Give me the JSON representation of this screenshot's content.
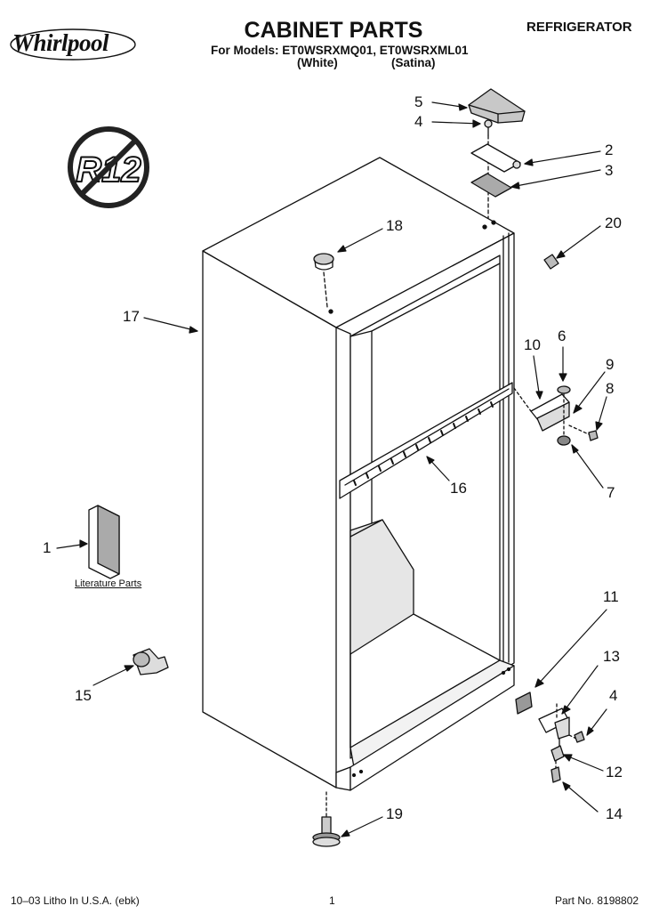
{
  "header": {
    "brand": "Whirlpool",
    "title": "CABINET PARTS",
    "models": "For Models: ET0WSRXMQ01, ET0WSRXML01",
    "variant_white": "(White)",
    "variant_satina": "(Satina)",
    "category": "REFRIGERATOR"
  },
  "badge": {
    "text": "R12",
    "icon": "no-r12-icon"
  },
  "literature_label": "Literature Parts",
  "callouts": [
    "1",
    "2",
    "3",
    "4",
    "4",
    "5",
    "6",
    "7",
    "8",
    "9",
    "10",
    "11",
    "12",
    "13",
    "14",
    "15",
    "16",
    "17",
    "18",
    "19",
    "20"
  ],
  "footer": {
    "left": "10–03 Litho In U.S.A. (ebk)",
    "page": "1",
    "right": "Part No. 8198802"
  },
  "colors": {
    "line": "#111111",
    "shade": "#bdbdbd",
    "light": "#e6e6e6"
  }
}
